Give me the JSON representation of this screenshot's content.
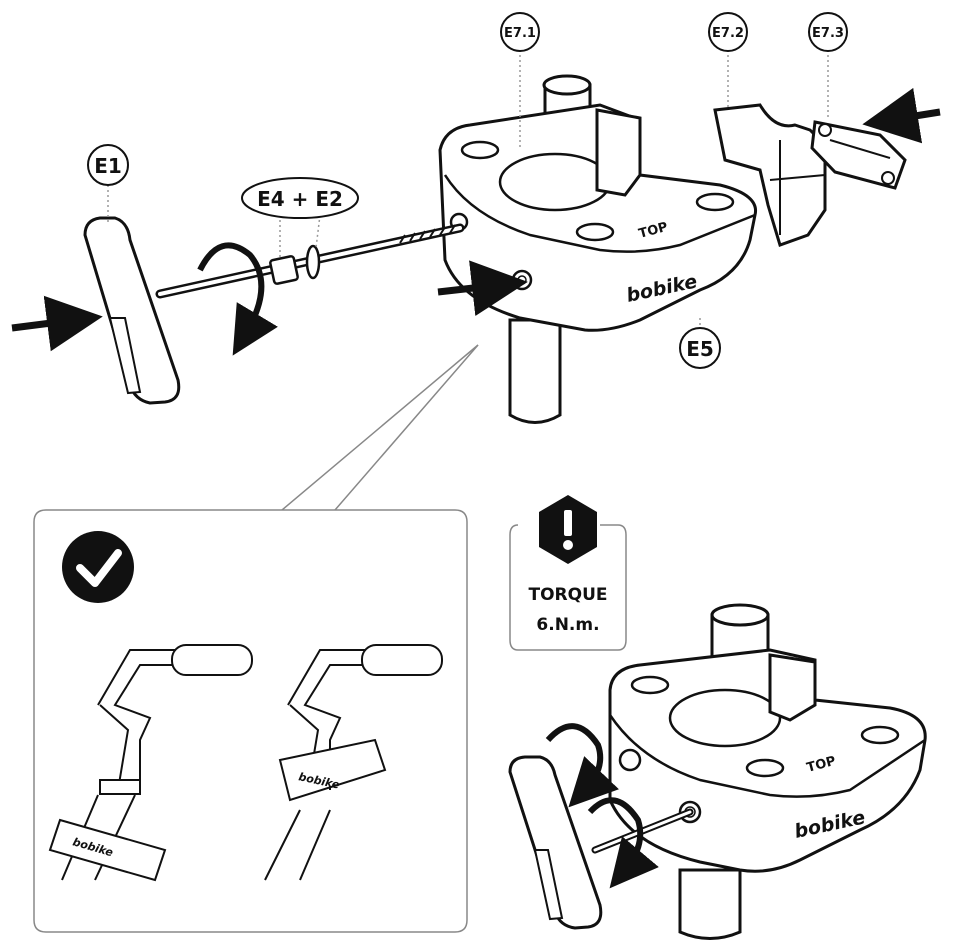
{
  "labels": {
    "e1": "E1",
    "e4_e2": "E4 + E2",
    "e5": "E5",
    "e7_1": "E7.1",
    "e7_2": "E7.2",
    "e7_3": "E7.3"
  },
  "clamp_text": {
    "top": "TOP",
    "brand": "bobike"
  },
  "warning": {
    "line1": "TORQUE",
    "line2": "6.N.m."
  },
  "inset": {
    "brand_left": "bobike",
    "brand_right": "bobike"
  }
}
